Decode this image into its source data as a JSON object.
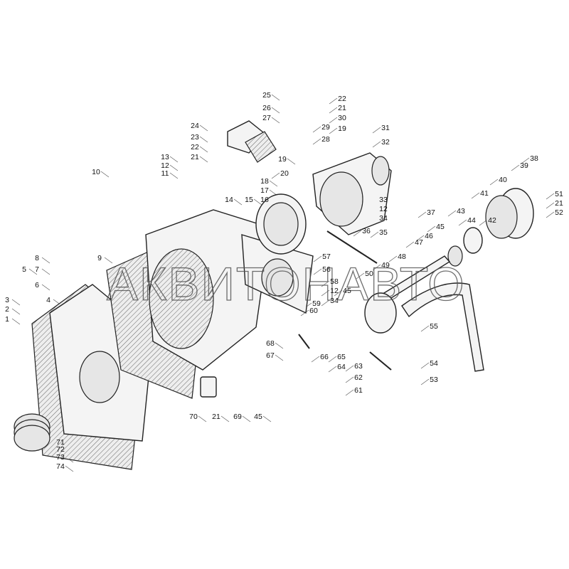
{
  "watermark": "АКВИТОНАВТО",
  "callouts": [
    "25",
    "22",
    "21",
    "26",
    "30",
    "27",
    "24",
    "29",
    "19",
    "31",
    "28",
    "23",
    "22",
    "32",
    "21",
    "13",
    "12",
    "11",
    "20",
    "10",
    "19",
    "38",
    "39",
    "40",
    "18",
    "17",
    "16",
    "14",
    "15",
    "33",
    "41",
    "51",
    "12",
    "21",
    "37",
    "43",
    "42",
    "34",
    "52",
    "44",
    "45",
    "36",
    "46",
    "35",
    "47",
    "9",
    "8",
    "57",
    "48",
    "5",
    "7",
    "56",
    "50",
    "49",
    "58",
    "6",
    "45",
    "12",
    "34",
    "59",
    "60",
    "3",
    "4",
    "2",
    "1",
    "55",
    "68",
    "66",
    "65",
    "67",
    "64",
    "63",
    "54",
    "62",
    "53",
    "61",
    "70",
    "21",
    "69",
    "45",
    "71",
    "72",
    "73",
    "74"
  ]
}
